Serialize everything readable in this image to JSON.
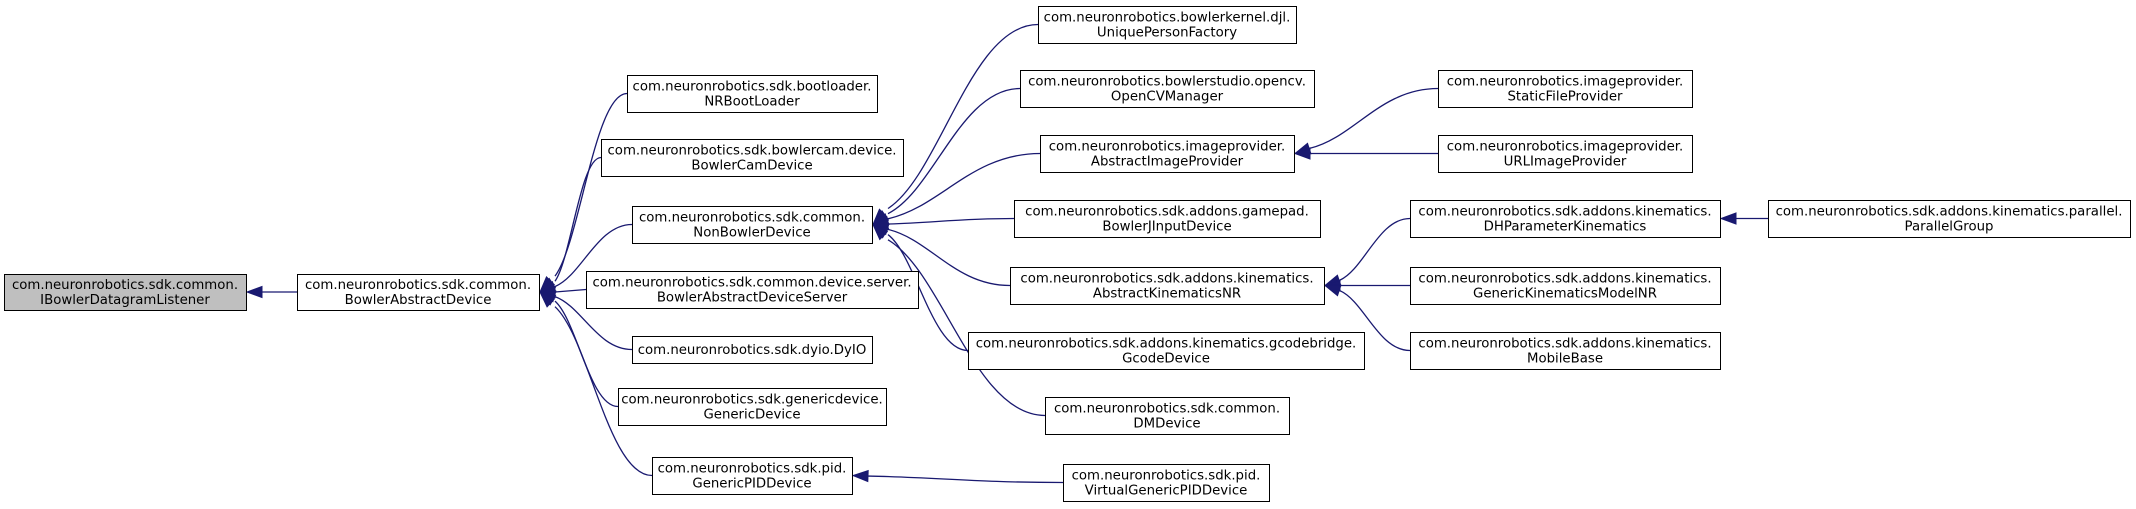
{
  "colors": {
    "edge": "#191970",
    "node_border": "#000000",
    "node_fill": "#ffffff",
    "root_fill": "#bfbfbf"
  },
  "nodes": [
    {
      "id": "IBowlerDatagramListener",
      "lines": [
        "com.neuronrobotics.sdk.common.",
        "IBowlerDatagramListener"
      ],
      "root": true
    },
    {
      "id": "BowlerAbstractDevice",
      "lines": [
        "com.neuronrobotics.sdk.common.",
        "BowlerAbstractDevice"
      ]
    },
    {
      "id": "NRBootLoader",
      "lines": [
        "com.neuronrobotics.sdk.bootloader.",
        "NRBootLoader"
      ]
    },
    {
      "id": "BowlerCamDevice",
      "lines": [
        "com.neuronrobotics.sdk.bowlercam.device.",
        "BowlerCamDevice"
      ]
    },
    {
      "id": "NonBowlerDevice",
      "lines": [
        "com.neuronrobotics.sdk.common.",
        "NonBowlerDevice"
      ]
    },
    {
      "id": "BowlerAbstractDeviceServer",
      "lines": [
        "com.neuronrobotics.sdk.common.device.server.",
        "BowlerAbstractDeviceServer"
      ]
    },
    {
      "id": "DyIO",
      "lines": [
        "com.neuronrobotics.sdk.dyio.DyIO"
      ]
    },
    {
      "id": "GenericDevice",
      "lines": [
        "com.neuronrobotics.sdk.genericdevice.",
        "GenericDevice"
      ]
    },
    {
      "id": "GenericPIDDevice",
      "lines": [
        "com.neuronrobotics.sdk.pid.",
        "GenericPIDDevice"
      ]
    },
    {
      "id": "UniquePersonFactory",
      "lines": [
        "com.neuronrobotics.bowlerkernel.djl.",
        "UniquePersonFactory"
      ]
    },
    {
      "id": "OpenCVManager",
      "lines": [
        "com.neuronrobotics.bowlerstudio.opencv.",
        "OpenCVManager"
      ]
    },
    {
      "id": "AbstractImageProvider",
      "lines": [
        "com.neuronrobotics.imageprovider.",
        "AbstractImageProvider"
      ]
    },
    {
      "id": "BowlerJInputDevice",
      "lines": [
        "com.neuronrobotics.sdk.addons.gamepad.",
        "BowlerJInputDevice"
      ]
    },
    {
      "id": "AbstractKinematicsNR",
      "lines": [
        "com.neuronrobotics.sdk.addons.kinematics.",
        "AbstractKinematicsNR"
      ]
    },
    {
      "id": "GcodeDevice",
      "lines": [
        "com.neuronrobotics.sdk.addons.kinematics.gcodebridge.",
        "GcodeDevice"
      ]
    },
    {
      "id": "DMDevice",
      "lines": [
        "com.neuronrobotics.sdk.common.",
        "DMDevice"
      ]
    },
    {
      "id": "VirtualGenericPIDDevice",
      "lines": [
        "com.neuronrobotics.sdk.pid.",
        "VirtualGenericPIDDevice"
      ]
    },
    {
      "id": "StaticFileProvider",
      "lines": [
        "com.neuronrobotics.imageprovider.",
        "StaticFileProvider"
      ]
    },
    {
      "id": "URLImageProvider",
      "lines": [
        "com.neuronrobotics.imageprovider.",
        "URLImageProvider"
      ]
    },
    {
      "id": "DHParameterKinematics",
      "lines": [
        "com.neuronrobotics.sdk.addons.kinematics.",
        "DHParameterKinematics"
      ]
    },
    {
      "id": "GenericKinematicsModelNR",
      "lines": [
        "com.neuronrobotics.sdk.addons.kinematics.",
        "GenericKinematicsModelNR"
      ]
    },
    {
      "id": "MobileBase",
      "lines": [
        "com.neuronrobotics.sdk.addons.kinematics.",
        "MobileBase"
      ]
    },
    {
      "id": "ParallelGroup",
      "lines": [
        "com.neuronrobotics.sdk.addons.kinematics.parallel.",
        "ParallelGroup"
      ]
    }
  ],
  "edges": [
    {
      "from": "BowlerAbstractDevice",
      "to": "IBowlerDatagramListener"
    },
    {
      "from": "NRBootLoader",
      "to": "BowlerAbstractDevice"
    },
    {
      "from": "BowlerCamDevice",
      "to": "BowlerAbstractDevice"
    },
    {
      "from": "NonBowlerDevice",
      "to": "BowlerAbstractDevice"
    },
    {
      "from": "BowlerAbstractDeviceServer",
      "to": "BowlerAbstractDevice"
    },
    {
      "from": "DyIO",
      "to": "BowlerAbstractDevice"
    },
    {
      "from": "GenericDevice",
      "to": "BowlerAbstractDevice"
    },
    {
      "from": "GenericPIDDevice",
      "to": "BowlerAbstractDevice"
    },
    {
      "from": "UniquePersonFactory",
      "to": "NonBowlerDevice"
    },
    {
      "from": "OpenCVManager",
      "to": "NonBowlerDevice"
    },
    {
      "from": "AbstractImageProvider",
      "to": "NonBowlerDevice"
    },
    {
      "from": "BowlerJInputDevice",
      "to": "NonBowlerDevice"
    },
    {
      "from": "AbstractKinematicsNR",
      "to": "NonBowlerDevice"
    },
    {
      "from": "GcodeDevice",
      "to": "NonBowlerDevice"
    },
    {
      "from": "DMDevice",
      "to": "NonBowlerDevice"
    },
    {
      "from": "VirtualGenericPIDDevice",
      "to": "GenericPIDDevice"
    },
    {
      "from": "StaticFileProvider",
      "to": "AbstractImageProvider"
    },
    {
      "from": "URLImageProvider",
      "to": "AbstractImageProvider"
    },
    {
      "from": "DHParameterKinematics",
      "to": "AbstractKinematicsNR"
    },
    {
      "from": "GenericKinematicsModelNR",
      "to": "AbstractKinematicsNR"
    },
    {
      "from": "MobileBase",
      "to": "AbstractKinematicsNR"
    },
    {
      "from": "ParallelGroup",
      "to": "DHParameterKinematics"
    }
  ]
}
